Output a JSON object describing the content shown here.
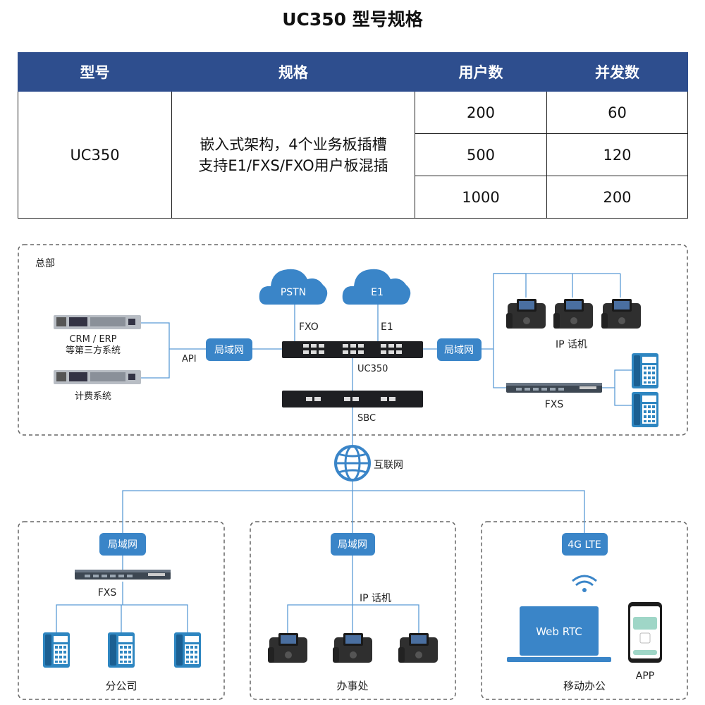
{
  "title": "UC350 型号规格",
  "table": {
    "headers": [
      "型号",
      "规格",
      "用户数",
      "并发数"
    ],
    "model": "UC350",
    "spec_line1": "嵌入式架构，4个业务板插槽",
    "spec_line2": "支持E1/FXS/FXO用户板混插",
    "rows": [
      {
        "users": "200",
        "concurrent": "60"
      },
      {
        "users": "500",
        "concurrent": "120"
      },
      {
        "users": "1000",
        "concurrent": "200"
      }
    ]
  },
  "diagram": {
    "hq_label": "总部",
    "pstn": "PSTN",
    "e1_cloud": "E1",
    "fxo_label": "FXO",
    "e1_label": "E1",
    "crm_line1": "CRM / ERP",
    "crm_line2": "等第三方系统",
    "billing": "计费系统",
    "api": "API",
    "lan_left": "局域网",
    "lan_right": "局域网",
    "uc350": "UC350",
    "sbc": "SBC",
    "ip_phone_hq": "IP 话机",
    "fxs_hq": "FXS",
    "internet": "互联网",
    "branch": {
      "lan": "局域网",
      "fxs": "FXS",
      "name": "分公司"
    },
    "office": {
      "lan": "局域网",
      "ip_phone": "IP 话机",
      "name": "办事处"
    },
    "mobile": {
      "lte": "4G LTE",
      "webrtc": "Web RTC",
      "app": "APP",
      "name": "移动办公"
    }
  },
  "colors": {
    "header_bg": "#2e4e8e",
    "accent": "#3a85c8",
    "line": "#5b9bd5",
    "dashed_border": "#666666"
  }
}
